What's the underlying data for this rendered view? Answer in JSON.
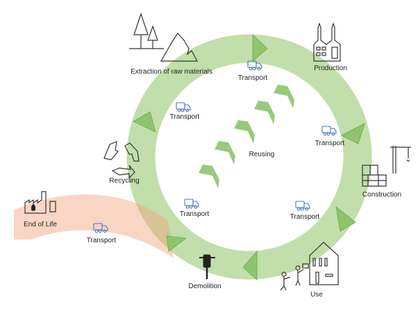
{
  "colors": {
    "ring": "#c2deaa",
    "arrow": "#8fc46e",
    "arrow_dark": "#6aa84f",
    "end_of_life_band": "#f7cdb4",
    "truck": "#4a72c4"
  },
  "stages": {
    "extraction": "Extraction of raw materials",
    "production": "Production",
    "construction": "Construction",
    "use": "Use",
    "demolition": "Demolition",
    "recycling": "Recycling",
    "end_of_life": "End of Life",
    "reusing": "Reusing"
  },
  "transport_label": "Transport",
  "transports": [
    {
      "label": "Transport"
    },
    {
      "label": "Transport"
    },
    {
      "label": "Transport"
    },
    {
      "label": "Transport"
    },
    {
      "label": "Transport"
    },
    {
      "label": "Transport"
    }
  ],
  "icons": [
    "trees-icon",
    "mountain-icon",
    "factory-icon",
    "crane-icon",
    "bricks-icon",
    "house-icon",
    "people-icon",
    "jackhammer-icon",
    "recycle-icon",
    "incinerator-icon",
    "truck-icon",
    "chevron-icon"
  ]
}
